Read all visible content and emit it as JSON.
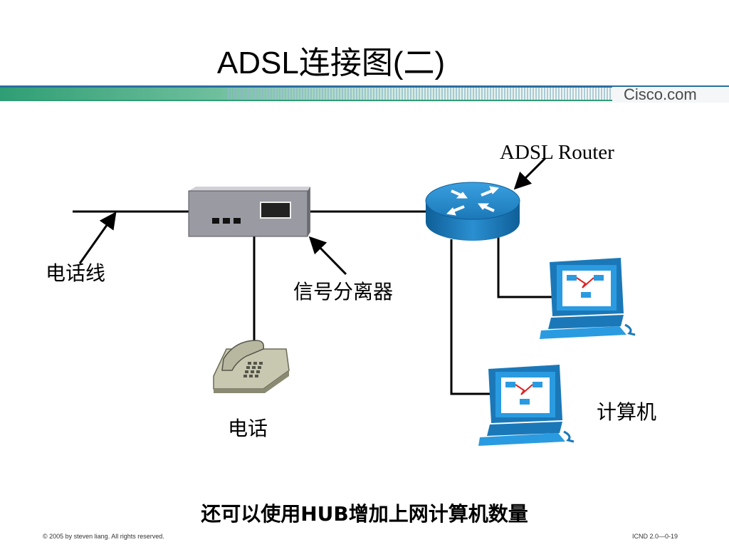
{
  "slide": {
    "title": "ADSL连接图(二)",
    "logo_text": "Cisco.com",
    "caption": "还可以使用HUB增加上网计算机数量",
    "footer_left": "© 2005 by steven liang. All rights reserved.",
    "footer_right": "ICND 2.0—0-19"
  },
  "diagram": {
    "labels": {
      "router": "ADSL Router",
      "phone_line": "电话线",
      "splitter": "信号分离器",
      "phone": "电话",
      "computer": "计算机"
    },
    "nodes": [
      "phone-line",
      "splitter",
      "adsl-router",
      "telephone",
      "computer-1",
      "computer-2"
    ],
    "edges": [
      [
        "phone-line",
        "splitter"
      ],
      [
        "splitter",
        "adsl-router"
      ],
      [
        "splitter",
        "telephone"
      ],
      [
        "adsl-router",
        "computer-1"
      ],
      [
        "adsl-router",
        "computer-2"
      ]
    ]
  },
  "colors": {
    "router_blue": "#1a7fc1",
    "computer_blue": "#2a9be0",
    "splitter_gray": "#9a9aa2",
    "banner_green": "#2f9e74",
    "banner_blue": "#2a6fa0"
  }
}
